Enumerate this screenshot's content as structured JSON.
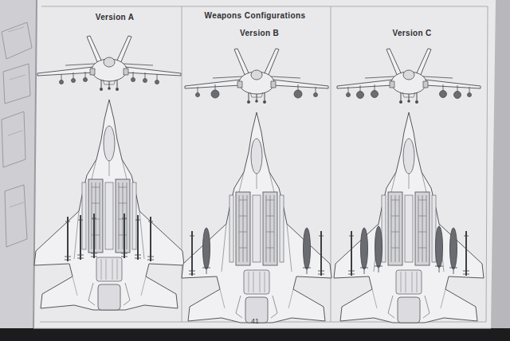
{
  "diagram": {
    "title": "Weapons Configurations",
    "nodes": [
      {
        "text": [
          "Version A"
        ]
      },
      {
        "text": [
          "Version B"
        ]
      },
      {
        "text": [
          "Version C"
        ]
      }
    ],
    "labels": [
      "41"
    ]
  }
}
